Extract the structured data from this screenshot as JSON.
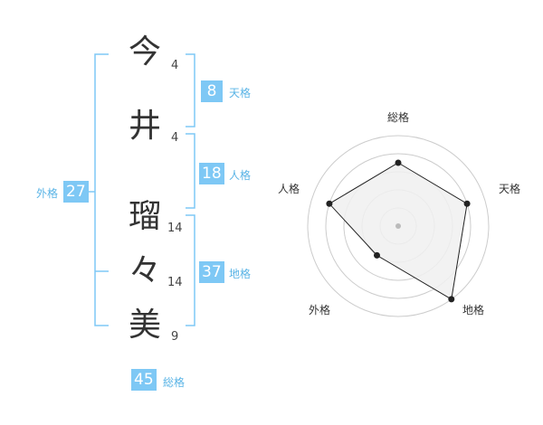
{
  "colors": {
    "accent": "#7ec8f5",
    "label_text": "#5ab4e6",
    "char_text": "#333333",
    "radar_fill": "#f0f0f0",
    "radar_ring": "#cccccc",
    "radar_line": "#222222",
    "center_dot": "#bbbbbb"
  },
  "name_chars": [
    {
      "char": "今",
      "strokes": "4"
    },
    {
      "char": "井",
      "strokes": "4"
    },
    {
      "char": "瑠",
      "strokes": "14"
    },
    {
      "char": "々",
      "strokes": "14"
    },
    {
      "char": "美",
      "strokes": "9"
    }
  ],
  "scores": {
    "tenkaku": {
      "value": "8",
      "label": "天格"
    },
    "jinkaku": {
      "value": "18",
      "label": "人格"
    },
    "chikaku": {
      "value": "37",
      "label": "地格"
    },
    "gaikaku": {
      "value": "27",
      "label": "外格"
    },
    "soukaku": {
      "value": "45",
      "label": "総格"
    }
  },
  "chart_data": {
    "type": "radar",
    "axes": [
      "総格",
      "天格",
      "地格",
      "外格",
      "人格"
    ],
    "values": [
      3.5,
      4.0,
      5.0,
      2.0,
      4.0
    ],
    "max": 5,
    "rings": 5
  }
}
